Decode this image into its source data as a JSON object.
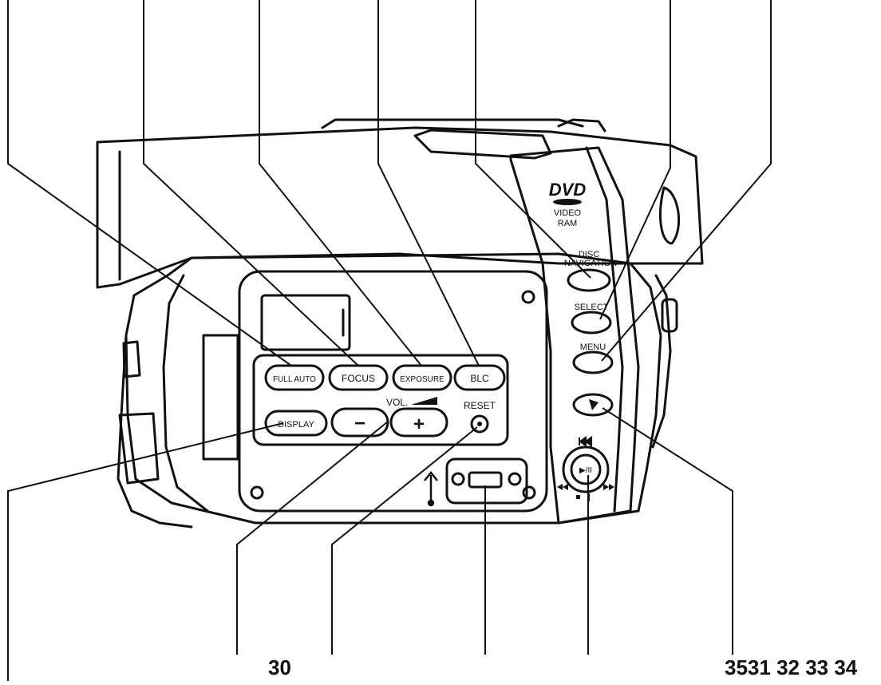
{
  "buttons": {
    "full_auto": "FULL AUTO",
    "focus": "FOCUS",
    "exposure": "EXPOSURE",
    "blc": "BLC",
    "display": "DISPLAY",
    "vol_label": "VOL.",
    "vol_minus": "−",
    "vol_plus": "+",
    "reset": "RESET",
    "disc_nav_line1": "DISC",
    "disc_nav_line2": "NAVIGATION",
    "select": "SELECT",
    "menu": "MENU",
    "play_pause": "▶/II"
  },
  "logo": {
    "brand": "DVD",
    "line1": "VIDEO",
    "line2": "RAM"
  },
  "bottom_numbers": {
    "left": "30",
    "right": "3531 32 33 34"
  }
}
